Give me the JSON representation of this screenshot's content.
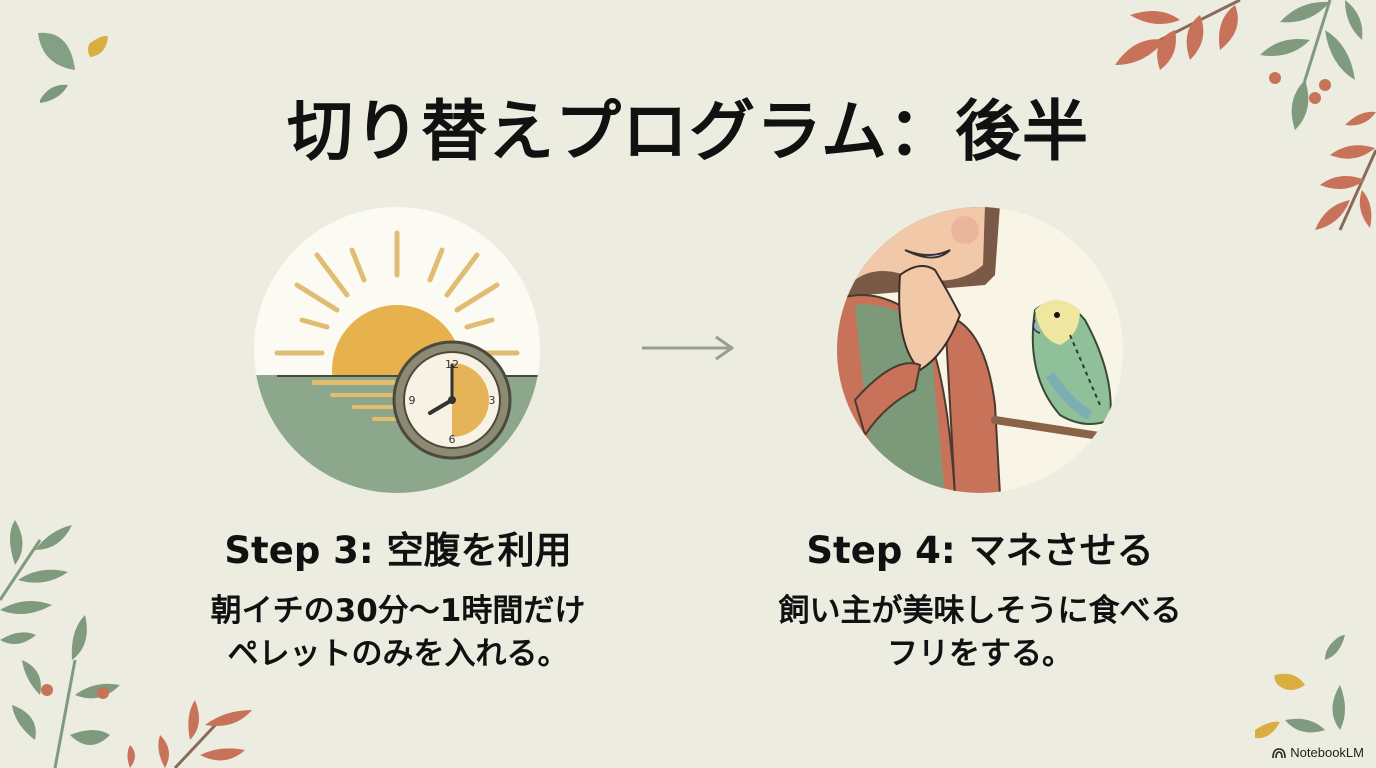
{
  "slide": {
    "title": "切り替えプログラム：後半",
    "steps": [
      {
        "title": "Step 3: 空腹を利用",
        "desc_line1": "朝イチの30分〜1時間だけ",
        "desc_line2": "ペレットのみを入れる。",
        "illustration": "sunrise-clock-illustration"
      },
      {
        "title": "Step 4: マネさせる",
        "desc_line1": "飼い主が美味しそうに食べる",
        "desc_line2": "フリをする。",
        "illustration": "owner-eating-budgie-illustration"
      }
    ],
    "clock_numbers": [
      "12",
      "3",
      "6",
      "9"
    ],
    "arrow_icon": "right-arrow-icon"
  },
  "branding": {
    "label": "NotebookLM",
    "icon": "notebooklm-logo-icon"
  },
  "colors": {
    "background": "#ecede0",
    "sage": "#8ea58a",
    "terracotta": "#c9725a",
    "mustard": "#e2b04f",
    "text": "#111111"
  }
}
